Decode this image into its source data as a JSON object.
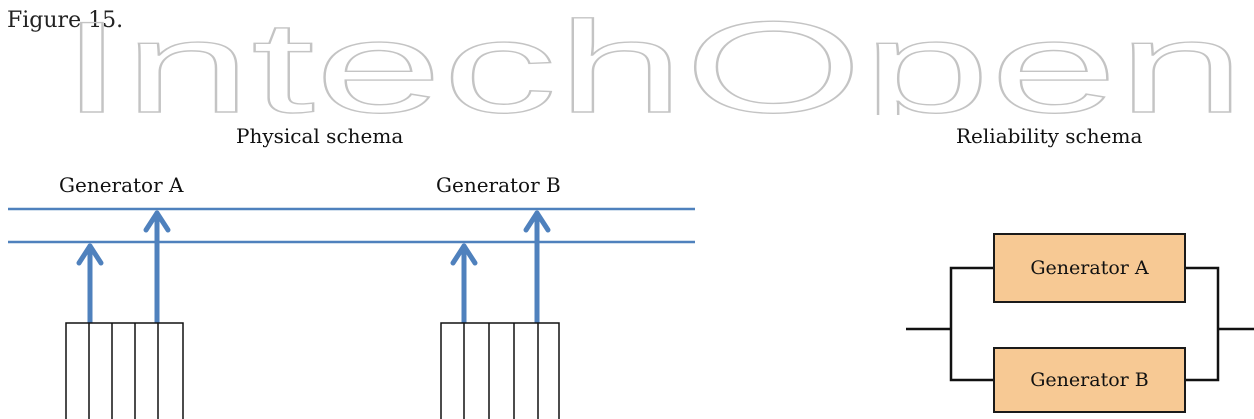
{
  "figure_label": "Figure 15.",
  "watermark_text": "IntechOpen",
  "physical": {
    "title": "Physical schema",
    "generator_a_label": "Generator A",
    "generator_b_label": "Generator B"
  },
  "reliability": {
    "title": "Reliability schema",
    "block_a_label": "Generator A",
    "block_b_label": "Generator B"
  },
  "colors": {
    "bus_line": "#4f81bd",
    "arrow": "#4f81bd",
    "block_fill": "#f7c994",
    "block_border": "#1a1a1a",
    "watermark": "#c4c4c4"
  }
}
